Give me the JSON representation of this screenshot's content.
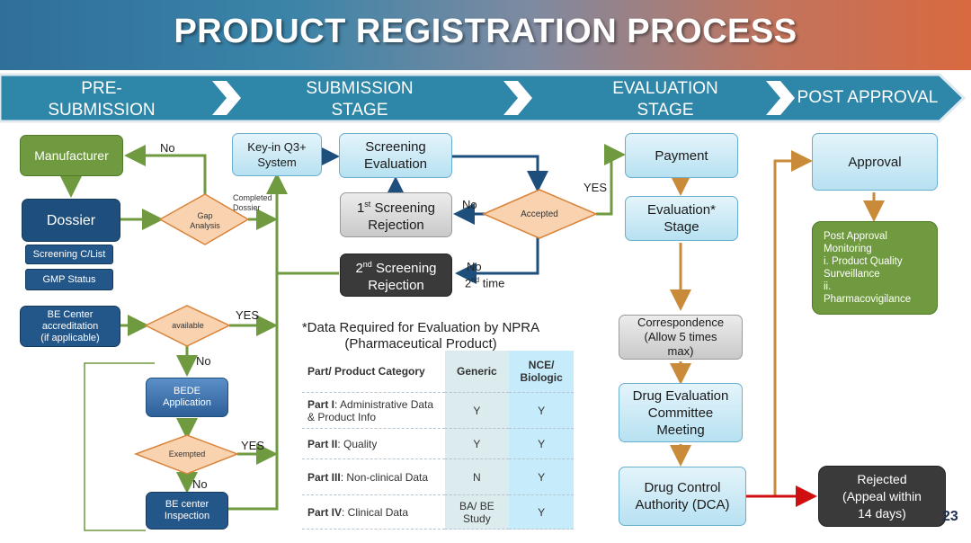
{
  "header": {
    "title": "PRODUCT REGISTRATION PROCESS"
  },
  "stages": {
    "pre_line1": "PRE-",
    "pre_line2": "SUBMISSION",
    "sub_line1": "SUBMISSION",
    "sub_line2": "STAGE",
    "eval_line1": "EVALUATION",
    "eval_line2": "STAGE",
    "post": "POST APPROVAL"
  },
  "boxes": {
    "manufacturer": "Manufacturer",
    "dossier": "Dossier",
    "screening_clist": "Screening C/List",
    "gmp_status": "GMP Status",
    "be_center_line1": "BE Center",
    "be_center_line2": "accreditation",
    "be_center_line3": "(if applicable)",
    "gap_line1": "Gap",
    "gap_line2": "Analysis",
    "available": "available",
    "bede_line1": "BEDE",
    "bede_line2": "Application",
    "exempted": "Exempted",
    "be_insp_line1": "BE center",
    "be_insp_line2": "Inspection",
    "keyin_line1": "Key-in Q3+",
    "keyin_line2": "System",
    "screen_eval_line1": "Screening",
    "screen_eval_line2": "Evaluation",
    "first_rej_sup": "st",
    "first_rej_num": "1",
    "first_rej_line1": "Screening",
    "first_rej_line2": "Rejection",
    "second_rej_num": "2",
    "second_rej_sup": "nd",
    "second_rej_line1": "Screening",
    "second_rej_line2": "Rejection",
    "accepted": "Accepted",
    "payment": "Payment",
    "eval_stage_line1": "Evaluation*",
    "eval_stage_line2": "Stage",
    "corr_line1": "Correspondence",
    "corr_line2": "(Allow 5 times",
    "corr_line3": "max)",
    "dec_line1": "Drug Evaluation",
    "dec_line2": "Committee",
    "dec_line3": "Meeting",
    "dca_line1": "Drug Control",
    "dca_line2": "Authority (DCA)",
    "approval": "Approval",
    "pam_line1": "Post Approval",
    "pam_line2": "Monitoring",
    "pam_line3": "i. Product Quality",
    "pam_line4": "Surveillance",
    "pam_line5": "ii.",
    "pam_line6": "Pharmacovigilance",
    "rejected_line1": "Rejected",
    "rejected_line2": "(Appeal within",
    "rejected_line3": "14 days)"
  },
  "labels": {
    "no_top": "No",
    "completed_line1": "Completed",
    "completed_line2": "Dossier",
    "yes_available": "YES",
    "no_available": "No",
    "yes_exempted": "YES",
    "no_exempted": "No",
    "no_accepted": "No",
    "no_second": "No",
    "second_time_num": "2",
    "second_time_sup": "nd",
    "second_time_word": "time",
    "yes_accepted": "YES"
  },
  "table": {
    "title_line1": "*Data Required for Evaluation by NPRA",
    "title_line2": "(Pharmaceutical Product)",
    "headers": [
      "Part/ Product Category",
      "Generic",
      "NCE/ Biologic"
    ],
    "rows": [
      {
        "part": "Part I",
        "desc": ": Administrative Data & Product Info",
        "generic": "Y",
        "nce": "Y"
      },
      {
        "part": "Part II",
        "desc": ": Quality",
        "generic": "Y",
        "nce": "Y"
      },
      {
        "part": "Part III",
        "desc": ": Non-clinical Data",
        "generic": "N",
        "nce": "Y"
      },
      {
        "part": "Part IV",
        "desc": ": Clinical Data",
        "generic": "BA/ BE Study",
        "nce": "Y"
      }
    ]
  },
  "page_number": "23",
  "colors": {
    "green_arrow": "#6f9a3f",
    "blue_arrow": "#1e4f7c",
    "orange_arrow": "#c98a3a",
    "red_arrow": "#d01010",
    "band": "#2e86a8"
  }
}
